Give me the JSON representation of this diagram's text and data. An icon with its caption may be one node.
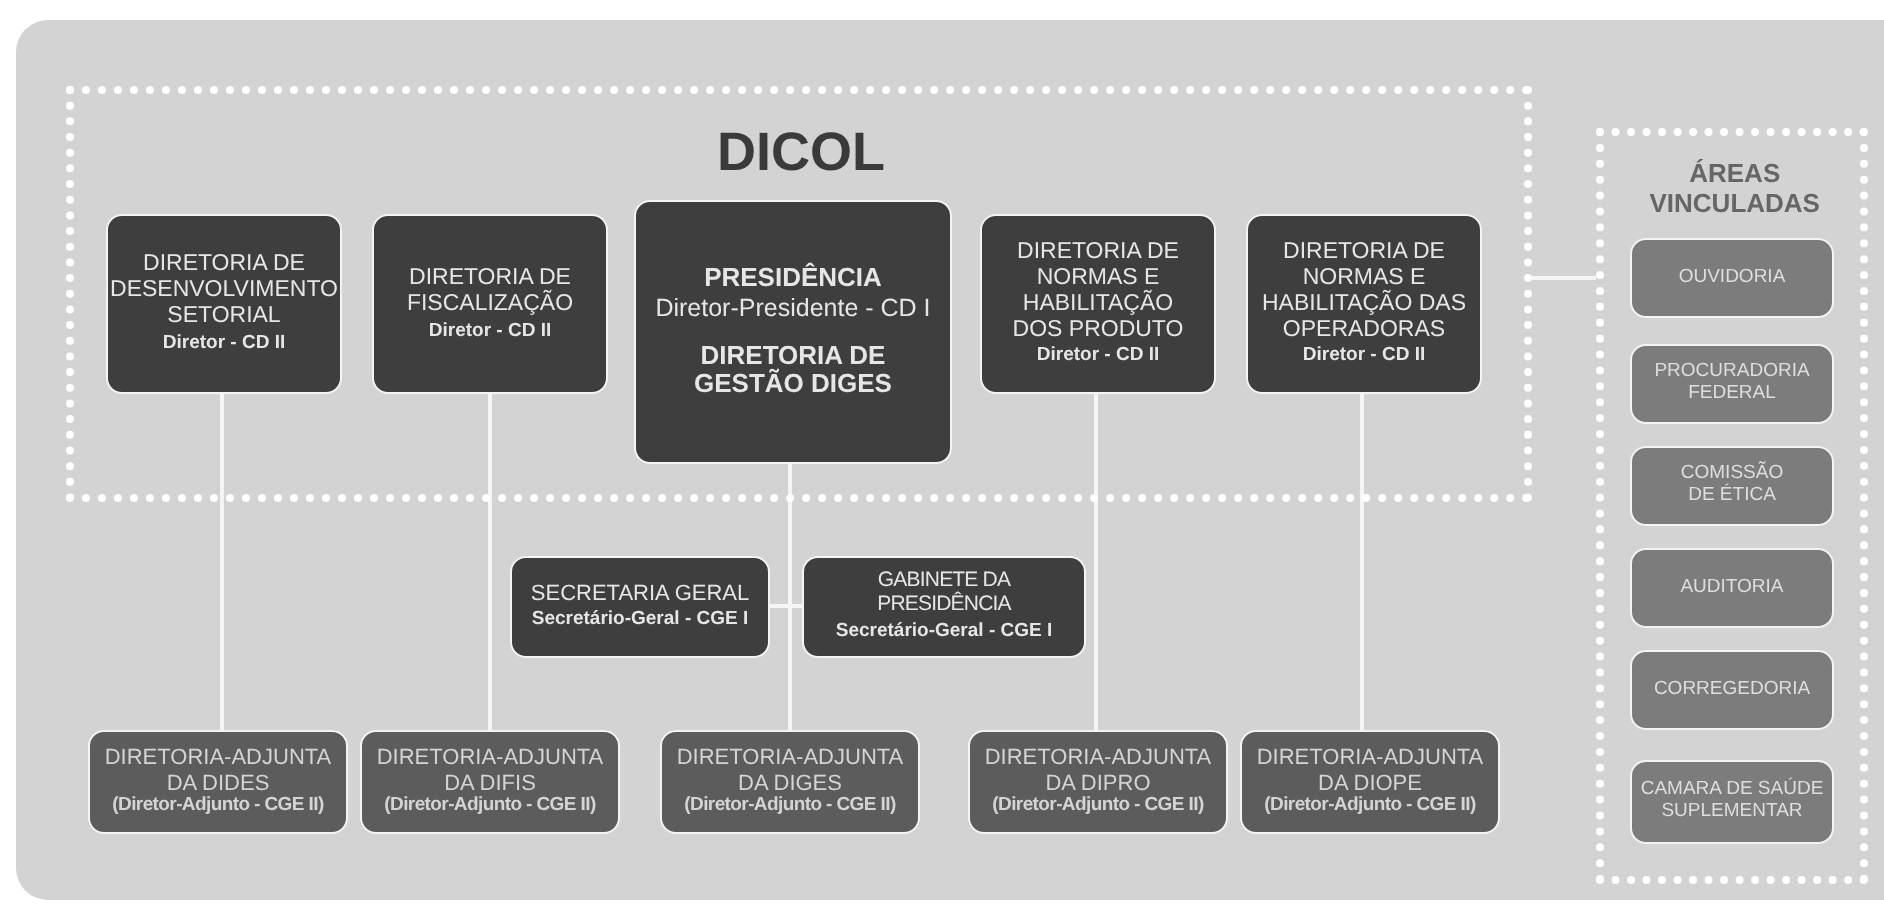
{
  "diagram": {
    "nodes": [
      {
        "text": [
          "DICOL"
        ]
      },
      {
        "text": [
          "DIRETORIA DE DESENVOLVIMENTO SETORIAL",
          "Diretor - CD II"
        ],
        "in": 0
      },
      {
        "text": [
          "DIRETORIA DE FISCALIZAÇÃO",
          "Diretor - CD II"
        ],
        "in": 0
      },
      {
        "text": [
          "PRESIDÊNCIA",
          "Diretor-Presidente - CD I",
          "DIRETORIA DE GESTÃO DIGES"
        ],
        "in": 0
      },
      {
        "text": [
          "DIRETORIA DE NORMAS E HABILITAÇÃO DOS PRODUTO",
          "Diretor - CD II"
        ],
        "in": 0
      },
      {
        "text": [
          "DIRETORIA DE NORMAS E HABILITAÇÃO DAS OPERADORAS",
          "Diretor - CD II"
        ],
        "in": 0
      },
      {
        "text": [
          "ÁREAS VINCULADAS"
        ]
      },
      {
        "text": [
          "OUVIDORIA"
        ],
        "in": 6
      },
      {
        "text": [
          "PROCURADORIA FEDERAL"
        ],
        "in": 6
      },
      {
        "text": [
          "COMISSÃO DE ÉTICA"
        ],
        "in": 6
      },
      {
        "text": [
          "AUDITORIA"
        ],
        "in": 6
      },
      {
        "text": [
          "CORREGEDORIA"
        ],
        "in": 6
      },
      {
        "text": [
          "CAMARA DE SAÚDE SUPLEMENTAR"
        ],
        "in": 6
      },
      {
        "text": [
          "SECRETARIA GERAL",
          "Secretário-Geral - CGE I"
        ]
      },
      {
        "text": [
          "GABINETE DA PRESIDÊNCIA",
          "Secretário-Geral - CGE I"
        ]
      },
      {
        "text": [
          "DIRETORIA-ADJUNTA DA DIDES",
          "(Diretor-Adjunto - CGE II)"
        ]
      },
      {
        "text": [
          "DIRETORIA-ADJUNTA DA DIFIS",
          "(Diretor-Adjunto - CGE II)"
        ]
      },
      {
        "text": [
          "DIRETORIA-ADJUNTA DA DIGES",
          "(Diretor-Adjunto - CGE II)"
        ]
      },
      {
        "text": [
          "DIRETORIA-ADJUNTA DA DIPRO",
          "(Diretor-Adjunto - CGE II)"
        ]
      },
      {
        "text": [
          "DIRETORIA-ADJUNTA DA DIOPE",
          "(Diretor-Adjunto - CGE II)"
        ]
      }
    ],
    "edges": [
      {
        "from": 1,
        "to": 15,
        "arrow": "none"
      },
      {
        "from": 2,
        "to": 16,
        "arrow": "none"
      },
      {
        "from": 3,
        "to": 17,
        "arrow": "none"
      },
      {
        "from": 4,
        "to": 18,
        "arrow": "none"
      },
      {
        "from": 5,
        "to": 19,
        "arrow": "none"
      },
      {
        "from": 3,
        "to": 13,
        "arrow": "none"
      },
      {
        "from": 3,
        "to": 14,
        "arrow": "none"
      },
      {
        "from": 0,
        "to": 6,
        "arrow": "none"
      }
    ]
  }
}
